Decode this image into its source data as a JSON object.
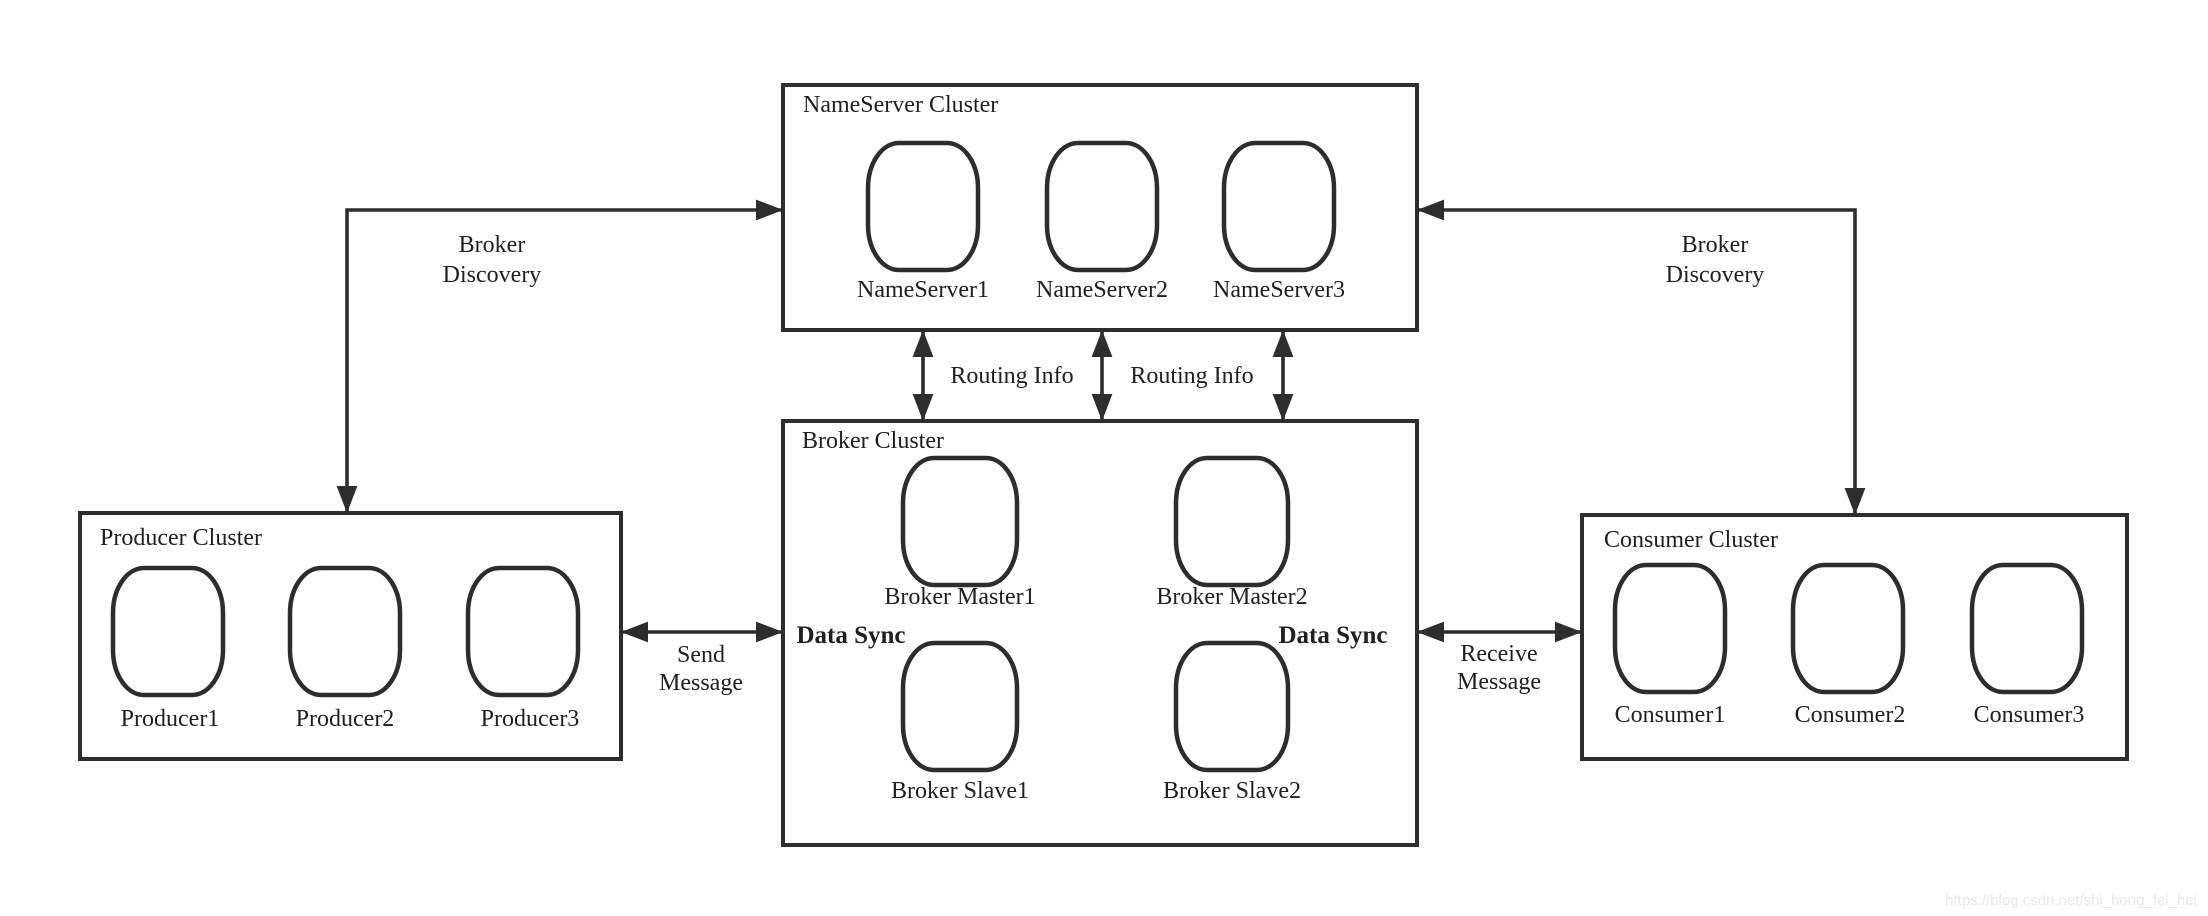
{
  "clusters": {
    "nameserver": {
      "title": "NameServer Cluster",
      "nodes": [
        "NameServer1",
        "NameServer2",
        "NameServer3"
      ]
    },
    "broker": {
      "title": "Broker Cluster",
      "nodes": [
        "Broker Master1",
        "Broker Master2",
        "Broker Slave1",
        "Broker Slave2"
      ]
    },
    "producer": {
      "title": "Producer Cluster",
      "nodes": [
        "Producer1",
        "Producer2",
        "Producer3"
      ]
    },
    "consumer": {
      "title": "Consumer Cluster",
      "nodes": [
        "Consumer1",
        "Consumer2",
        "Consumer3"
      ]
    }
  },
  "edges": {
    "broker_discovery": {
      "line1": "Broker",
      "line2": "Discovery"
    },
    "routing_info": "Routing Info",
    "send_message": {
      "line1": "Send",
      "line2": "Message"
    },
    "receive_message": {
      "line1": "Receive",
      "line2": "Message"
    },
    "data_sync": "Data Sync"
  },
  "watermark": "https://blog.csdn.net/shi_hong_fei_hei",
  "colors": {
    "stroke": "#2d2d2d",
    "text": "#1f1f1f",
    "watermark": "#e9e9e9",
    "background": "#ffffff"
  }
}
